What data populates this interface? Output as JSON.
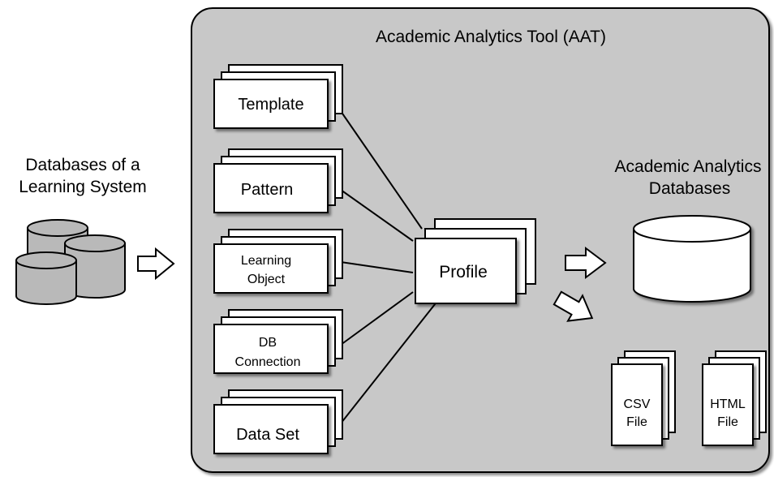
{
  "aat_title": "Academic Analytics Tool (AAT)",
  "source": {
    "label_line1": "Databases of a",
    "label_line2": "Learning System"
  },
  "components": {
    "template": "Template",
    "pattern": "Pattern",
    "learning_object_line1": "Learning",
    "learning_object_line2": "Object",
    "db_connection_line1": "DB",
    "db_connection_line2": "Connection",
    "data_set": "Data Set"
  },
  "profile": "Profile",
  "analytics_db": {
    "label_line1": "Academic Analytics",
    "label_line2": "Databases"
  },
  "outputs": {
    "csv_line1": "CSV",
    "csv_line2": "File",
    "html_line1": "HTML",
    "html_line2": "File"
  },
  "colors": {
    "panel_fill": "#c8c8c8",
    "cylinder_fill": "#b9b9b9",
    "white": "#ffffff",
    "stroke": "#000000"
  }
}
